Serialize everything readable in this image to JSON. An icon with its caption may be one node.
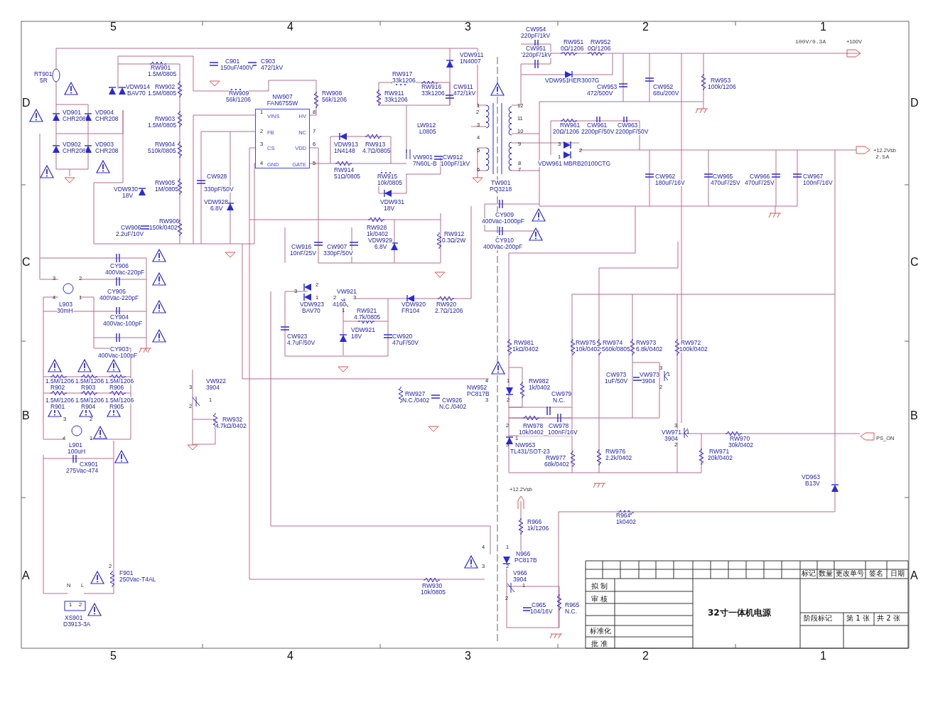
{
  "diagram": {
    "nodes": [
      {
        "text": [
          "VINS",
          "HV",
          "FB",
          "NC",
          "CS",
          "VDD",
          "GND",
          "GATE"
        ],
        "beside": [
          "NW907",
          "FAN6755W"
        ]
      }
    ],
    "labels": [
      "5",
      "4",
      "3",
      "CW954",
      "2",
      "1",
      "220pF/1kV",
      "RW951",
      "RW952",
      "100V/0.3A",
      "+100V",
      "CW951",
      "0Ω/1206",
      "0Ω/1206",
      "VDW911",
      "220pF/1kV",
      "C901",
      "C903",
      "1N4007",
      "RW901",
      "150uF/400V",
      "472/1kV",
      "RT901",
      "1.5M/0805",
      "RW917",
      "5R",
      "33k1206",
      "VDW951",
      "HER3007G",
      "RW953",
      "VDW914",
      "RW902",
      "RW916",
      "CW911",
      "CW953",
      "CW952",
      "100k/1206",
      "BAV70",
      "1.5M/0805",
      "RW909",
      "RW908",
      "RW911",
      "33k1206",
      "472/1kV",
      "472/500V",
      "68u/200V",
      "D",
      "56k/1206",
      "56k/1206",
      "33k1206",
      "1",
      "12",
      "D",
      "VD901",
      "VD904",
      "1",
      "8",
      "2",
      "CHR208",
      "CHR208",
      "RW903",
      "11",
      "1.5M/0805",
      "LW912",
      "3",
      "RW961",
      "CW961",
      "CW963",
      "2",
      "7",
      "L0805",
      "10",
      "20Ω/1206",
      "2200pF/50V",
      "2200pF/50V",
      "4",
      "VD902",
      "VD903",
      "RW904",
      "3",
      "6",
      "VDW913",
      "RW913",
      "9",
      "3",
      "CHR208",
      "CHR208",
      "510k/0805",
      "1N4148",
      "4.7Ω/0805",
      "5",
      "2",
      "+12.2Vsb",
      "VW901",
      "CW912",
      "1",
      "2.5A",
      "4",
      "5",
      "7N60L-B",
      "100pF/1kV",
      "8",
      "VDW961",
      "MBRB20100CTG",
      "RW914",
      "6",
      "7",
      "CW928",
      "51Ω/0805",
      "RW915",
      "CW962",
      "CW965",
      "CW966",
      "CW967",
      "RW905",
      "10k/0805",
      "TW901",
      "180uF/16V",
      "470uF/25V",
      "470uF/25V",
      "100nF/16V",
      "VDW930",
      "1M/0805",
      "330pF/50V",
      "PQ3218",
      "18V",
      "VDW928",
      "VDW931",
      "6.8V",
      "18V",
      "CY909",
      "RW906",
      "400Vac-1000pF",
      "CW906",
      "150k/0402",
      "RW928",
      "2.2uF/10V",
      "1k/0402",
      "RW912",
      "VDW929",
      "0.3Ω/2W",
      "CY910",
      "CW916",
      "CW907",
      "6.8V",
      "400Vac-200pF",
      "10nF/25V",
      "330pF/50V",
      "C",
      "CY906",
      "C",
      "400Vac-220pF",
      "3",
      "2",
      "2",
      "CY905",
      "3",
      "VW921",
      "4",
      "1",
      "400Vac-220pF",
      "1",
      "2",
      "3",
      "L903",
      "VDW923",
      "4160",
      "VDW920",
      "RW920",
      "30mH",
      "BAV70",
      "1",
      "RW921",
      "FR104",
      "2.7Ω/1206",
      "CY904",
      "4.7k/0805",
      "400Vac-100pF",
      "VDW921",
      "CW923",
      "18V",
      "CW920",
      "4.7uF/50V",
      "47uF/50V",
      "RW981",
      "RW975",
      "RW974",
      "RW973",
      "RW972",
      "CY903",
      "1kΩ/0402",
      "10k/0402",
      "560k/0805",
      "6.8k/0402",
      "100k/0402",
      "400Vac-100pF",
      "3",
      "CW973",
      "VW973",
      "1",
      "1.5M/1206",
      "1.5M/1206",
      "1.5M/1206",
      "VW922",
      "4",
      "1",
      "RW982",
      "1uF/50V",
      "3904",
      "R902",
      "R903",
      "R906",
      "3",
      "3904",
      "NW952",
      "1k/0402",
      "2",
      "RW927",
      "PC817B",
      "CW979",
      "1.5M/1206",
      "1.5M/1206",
      "1.5M/1206",
      "1",
      "N.C./0402",
      "CW926",
      "3",
      "2",
      "N.C.",
      "R901",
      "R904",
      "R905",
      "2",
      "N.C./0402",
      "B",
      "3",
      "2",
      "RW932",
      "B",
      "4.7kΩ/0402",
      "2",
      "RW978",
      "CW978",
      "3",
      "10k/0402",
      "100nF/16V",
      "VW971",
      "1",
      "4",
      "1",
      "1",
      "3904",
      "RW970",
      "PS_ON",
      "L901",
      "3",
      "NW953",
      "2",
      "30k/0402",
      "100uH",
      "TL431/SOT-23",
      "RW976",
      "RW971",
      "RW977",
      "2.2k/0402",
      "20k/0402",
      "CX901",
      "68k/0402",
      "275Vac-474",
      "VD963",
      "B13V",
      "+12.2Vsb",
      "R964",
      "R966",
      "1k0402",
      "1k/1206",
      "4",
      "1",
      "N966",
      "PC817B",
      "2",
      "3",
      "2",
      "A",
      "F901",
      "V966",
      "标记",
      "数量",
      "更改单号",
      "签名",
      "日期",
      "250Vac-T4AL",
      "3904",
      "A",
      "N",
      "L",
      "RW930",
      "1",
      "拟 制",
      "10k/0805",
      "2",
      "审 核",
      "1",
      "2",
      "C965",
      "R965",
      "104/16V",
      "N.C.",
      "XS901",
      "32寸一体机电源",
      "阶段标记",
      "第 1 张",
      "共 2 张",
      "D3913-3A",
      "标准化",
      "批 准",
      "5",
      "4",
      "3",
      "2",
      "1"
    ]
  }
}
